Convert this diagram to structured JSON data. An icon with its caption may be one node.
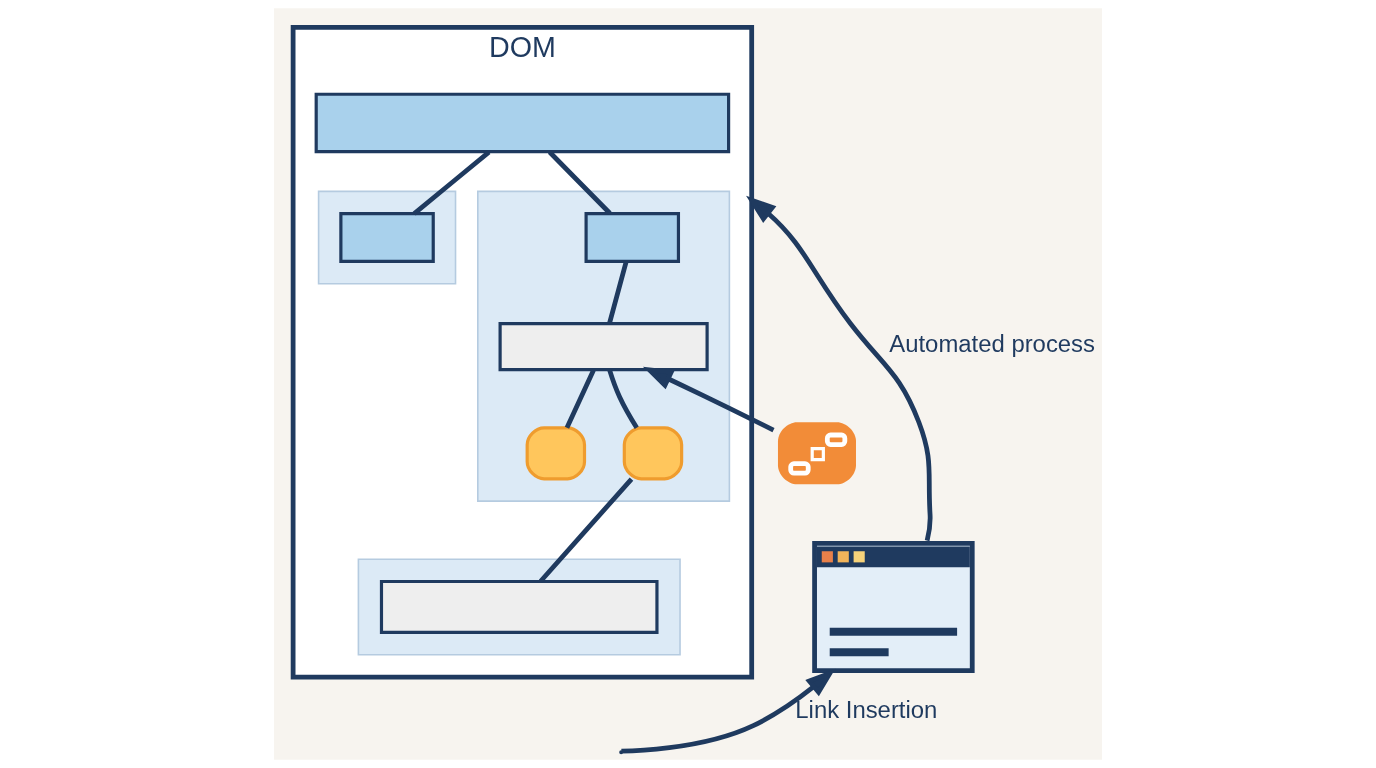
{
  "diagram": {
    "nodes": [
      {
        "text": [
          "DOM"
        ]
      },
      {
        "text": [],
        "shape": "box",
        "in": 0
      },
      {
        "text": [],
        "shape": "box",
        "in": 0
      },
      {
        "text": [],
        "shape": "box",
        "in": 0
      },
      {
        "text": [],
        "shape": "box",
        "in": 2
      },
      {
        "text": [],
        "shape": "box",
        "in": 3
      },
      {
        "text": [],
        "shape": "box",
        "in": 3
      },
      {
        "text": [],
        "shape": "box",
        "in": 3
      },
      {
        "text": [],
        "shape": "box",
        "in": 3
      },
      {
        "text": [],
        "shape": "box",
        "in": 0
      },
      {
        "text": [],
        "shape": "box",
        "in": 9
      },
      {
        "text": [],
        "shape": "picture"
      },
      {
        "text": [],
        "shape": "picture"
      }
    ],
    "edges": [
      {
        "from": 1,
        "to": 4,
        "arrow": "none"
      },
      {
        "from": 1,
        "to": 5,
        "arrow": "none"
      },
      {
        "from": 5,
        "to": 6,
        "arrow": "none"
      },
      {
        "from": 6,
        "to": 7,
        "arrow": "none"
      },
      {
        "from": 6,
        "to": 8,
        "arrow": "none"
      },
      {
        "from": 8,
        "to": 10,
        "arrow": "none"
      },
      {
        "from": 11,
        "to": 6,
        "arrow": "to"
      },
      {
        "from": 12,
        "to": 0,
        "arrow": "to",
        "label": "Automated process"
      },
      {
        "from": null,
        "to": 12,
        "arrow": "to",
        "label": "Link Insertion"
      }
    ]
  }
}
